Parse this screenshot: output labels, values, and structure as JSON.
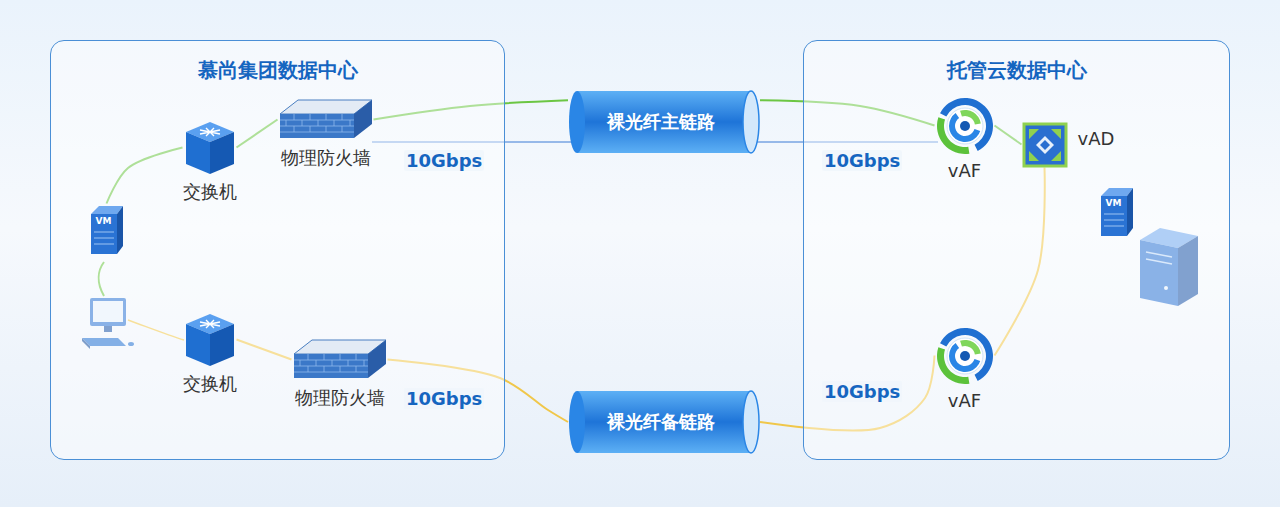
{
  "diagram": {
    "nodes": [
      {
        "text": [
          "慕尚集团数据中心"
        ]
      },
      {
        "text": [
          "VM"
        ],
        "in": 0
      },
      {
        "text": [
          "交换机"
        ],
        "in": 0
      },
      {
        "text": [
          "物理防火墙"
        ],
        "in": 0
      },
      {
        "text": [
          "交换机"
        ],
        "in": 0
      },
      {
        "text": [
          "物理防火墙"
        ],
        "in": 0
      },
      {
        "text": [
          "裸光纤主链路"
        ]
      },
      {
        "text": [
          "裸光纤备链路"
        ]
      },
      {
        "text": [
          "托管云数据中心"
        ]
      },
      {
        "text": [
          "vAF"
        ],
        "in": 8
      },
      {
        "text": [
          "vAD"
        ],
        "in": 8
      },
      {
        "text": [
          "VM"
        ],
        "in": 8
      },
      {
        "text": [
          "vAF"
        ],
        "in": 8
      }
    ],
    "edges": [
      {
        "from": 1,
        "to": 2,
        "arrow": "none"
      },
      {
        "from": 2,
        "to": 3,
        "arrow": "none"
      },
      {
        "from": 3,
        "to": 6,
        "arrow": "none"
      },
      {
        "from": 6,
        "to": 9,
        "arrow": "none"
      },
      {
        "from": 9,
        "to": 10,
        "arrow": "none"
      },
      {
        "from": 4,
        "to": 5,
        "arrow": "none"
      },
      {
        "from": 5,
        "to": 7,
        "arrow": "none"
      },
      {
        "from": 7,
        "to": 12,
        "arrow": "none"
      },
      {
        "from": 12,
        "to": 10,
        "arrow": "none"
      }
    ],
    "labels": [
      "10Gbps",
      "10Gbps",
      "10Gbps",
      "10Gbps"
    ]
  }
}
